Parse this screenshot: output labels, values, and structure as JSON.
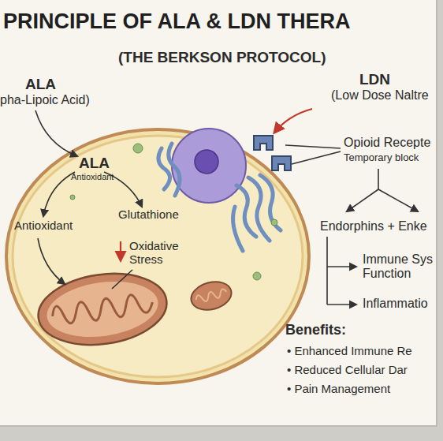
{
  "diagram": {
    "title": "PRINCIPLE OF ALA & LDN THERA",
    "nodes": [
      {
        "text": [
          "ALA",
          "Antioxidant",
          "Antioxidant",
          "Glutathione",
          "Oxidative Stress"
        ]
      }
    ],
    "labels": [
      "(THE BERKSON PROTOCOL)",
      "ALA",
      "pha-Lipoic Acid)",
      "LDN",
      "(Low Dose Naltre",
      "Opioid Recepte",
      "Temporary block",
      "Endorphins + Enke",
      "Immune Sys Function",
      "Inflammatio",
      "Benefits:",
      "• Enhanced Immune Re",
      "• Reduced Cellular Dar",
      "• Pain Management"
    ]
  }
}
